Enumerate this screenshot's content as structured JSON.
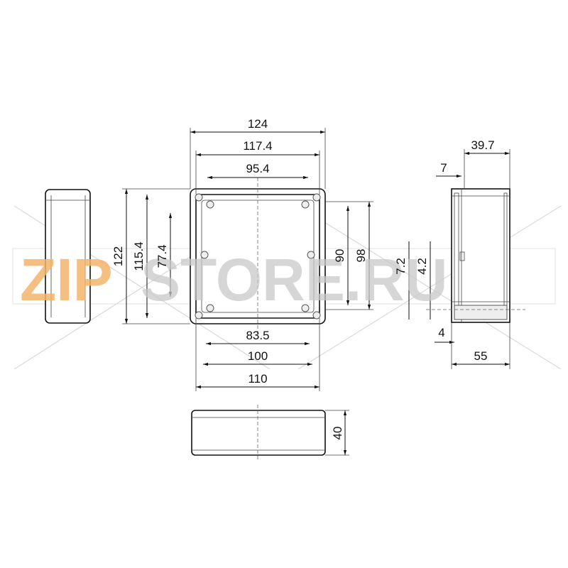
{
  "watermark": {
    "text_zip": "ZIP",
    "text_rest": "STORE.RU",
    "color_zip": "#f2b46a",
    "color_rest": "#c8c8c8"
  },
  "dimensions": {
    "top_overall_width": "124",
    "top_inner_width": "117.4",
    "top_screw_width": "95.4",
    "left_overall_height": "122",
    "left_inner_height": "115.4",
    "left_screw_height": "77.4",
    "right_screw_height": "90",
    "right_inner_height": "98",
    "bottom_screw_width": "83.5",
    "bottom_inner_width": "100",
    "bottom_overall_width": "110",
    "hole_large": "7.2",
    "hole_small": "4.2",
    "lid_depth": "39.7",
    "lid_offset": "7",
    "base_offset": "4",
    "total_depth": "55",
    "height": "40"
  }
}
